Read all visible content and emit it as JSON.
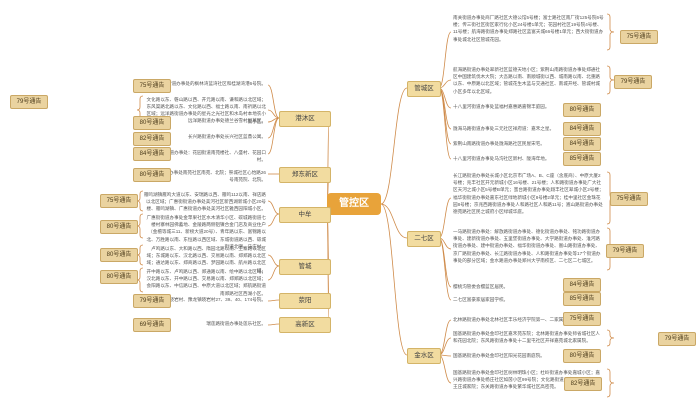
{
  "center": "管控区",
  "left": [
    {
      "name": "港沐区",
      "items": [
        {
          "tag": "75号通告",
          "desc": "蓝天路街道办事处的枫林湾蓝湾社区和桂湖湾港6号院。"
        },
        {
          "tag": "79号通告",
          "desc": "文化路以东、磐山路以西、开元路以南、谦和路以北区域；东风渠路北路以东、文化路以西、福士路以南、南祈路以北区域；远洋路街道办事处的星光之光社区和水岛村本地农小街小区。"
        },
        {
          "tag": "80号通告",
          "desc": "远洋路街道办事处德兰谷雪村屋幕区。"
        },
        {
          "tag": "82号通告",
          "desc": "长兴路街道办事处长兴社区蓝鼎公寓。"
        },
        {
          "tag": "84号通告",
          "desc": "远洋路街道办事处：花园街道南苑楼社、八盛村、花园口村。"
        }
      ]
    },
    {
      "name": "郑东新区",
      "items": [
        {
          "tag": "80号通告",
          "desc": "祭城路街道办事处南苑社区南苑、北院；祭城社区心怡路26号南苑院、北院。"
        }
      ]
    },
    {
      "name": "中牟",
      "items": [
        {
          "tag": "75号通告",
          "desc": "雁鸣湖镇雁鸣大道以东、安瑞路以西、雁鸣112以南、祥店路以北区域；广惠街街道办事处美河社区新西湖新城小区20号楼、雁鸣湖镇、广惠街道办事处美河社区雅西园阳城小区。"
        },
        {
          "tag": "80号通告",
          "desc": "广惠街街道办事处金苹果社区水木清华小区、碳城路街道七楼村寨林园佛蓄地、金陵路两侧铝镍合金门店及商业住户（金檀等城三11、新榜大道20号）、青年路以东、富锦路以北、万胜路以南、东恒路以西区域、东城街道路以西、碳城街道北嘲、马庄村。"
        }
      ]
    },
    {
      "name": "管城",
      "items": [
        {
          "tag": "80号通告",
          "desc": "卢鸣路以东、大和路以西、隋园北路以南、王寨路以北区域；东城路以东、汉北路以西、交易路以南、郑郑路以北区域；通达路以东、郑商路以西、梦园路以南、航州路以北区域。"
        },
        {
          "tag": "80号通告",
          "desc": "开中路以东、卢鸣路以西、郑通路以南、绘中路以北区域；汉北路以东、开中路以西、交易路以南、郑郑路以北区域；会阳路以东、中信路以西、中原大道以北区域；郑航路街道南郑路社区西湖小区。"
        }
      ]
    },
    {
      "name": "荥阳",
      "items": [
        {
          "tag": "79号通告",
          "desc": "豫龙镇晓岩村、豫龙镇晓岩村27、39、40、174号院。"
        }
      ]
    },
    {
      "name": "高新区",
      "items": [
        {
          "tag": "69号通告",
          "desc": "瑞莲路街道办事处莲乐社区。"
        }
      ]
    }
  ],
  "right": [
    {
      "name": "管城区",
      "items": [
        {
          "tag": "75号通告",
          "desc": "南关街道办事处商厂路社区大德公馆5号楼；富士路社区南厂街125号院6号楼；传三街社区街区家行化小区24号楼1单元；花园村社区19号院4号楼、11号楼；航海路街道办事处郑路社区蓝富天城66号楼1单元；西大街街道办事处城北社区管城花园。"
        },
        {
          "tag": "79号通告",
          "desc": "航海路街道办事处翠新社区蓝德天地小区；紫荆山南路街道办事处郑通社区中国建筑伐木大院；大吾路以南、南顺城街以西、城南路以南、北重路以东、中原路以北区域；管城花生木蓝与交通社区、南城开经、管城村城小区多年以北区域。"
        },
        {
          "tag": "80号通告",
          "desc": "十八里河街道办事处蓝福村嘉惠路嘉锦丰庭园。"
        },
        {
          "tag": "84号通告",
          "desc": "陇海马路街道办事处三元社区祥府道：嘉禾之星。"
        },
        {
          "tag": "84号通告",
          "desc": "紫荆山南路街道办事处陇海路社区民屋宋宅。"
        },
        {
          "tag": "85号通告",
          "desc": "十八里河街道办事处马沟社区新村、陇海年地。"
        }
      ]
    },
    {
      "name": "二七区",
      "items": [
        {
          "tag": "75号通告",
          "desc": "长江路街道办事处长城小区北京市广场A、B、C座（含底商）、中原大厦2号楼；兆丰社区开元新城小区16号楼、21号楼；人和路街道办事处广大社区天河之城小区5号楼B单元；蜜台路街道办事处翔丰社区翠城小区2号楼；福华街街道办事处嘉东社区绿地新城小区8号楼2单元；桂中里社区金珠花园8号楼；京兆西路街道办事处人和路社区人和路11号；嵩山路街道办事处德苑路社区民之城府小区绿城华庭。"
        },
        {
          "tag": "79号通告",
          "desc": "一马路街道办事处：解放路街道办事处、德化街道办事处、铭功路街道办事处、建新街道办事处、五里堡街道办事处、大学路街道办事处、淮河路街道办事处、建中街道办事处、福华街街道办事处、嵩山路街道办事处、京广路街道办事处、长江路街道办事处、人和路街道办事处等17个街道办事处的部分区域；金水路道办事处郑州大学南校区、二七区二七城区。"
        },
        {
          "tag": "84号通告",
          "desc": "樱桃沟管委会樱蓝区居民。"
        },
        {
          "tag": "85号通告",
          "desc": "二七区富豪家居家园学校。"
        }
      ]
    },
    {
      "name": "金水区",
      "items": [
        {
          "tag": "75号通告",
          "desc": "北林路街道办事处北林社区丰乐经济学院第一、二家属院。"
        },
        {
          "tag": "79号通告",
          "desc": "国基路街道办事处金印社区嘉禾苑东院；北林路街道办事处师省城社区人和花园北院；东风路街道办事处十二里屯社区开祥嘉苑城北家属院。"
        },
        {
          "tag": "80号通告",
          "desc": "国基路街道办事处金印社区阳光花园南庭院。"
        },
        {
          "tag": "82号通告",
          "desc": "国基路街道办事处金印社区树林明珠小区；杜岭街道办事处嘉城小区；嘉兴路街道办事处杨庄社区如茵小区99号院；文化路街道办事处百旺社区大王庄城家院；东关路街道办事处繁华城社区高密苑。"
        }
      ]
    }
  ]
}
